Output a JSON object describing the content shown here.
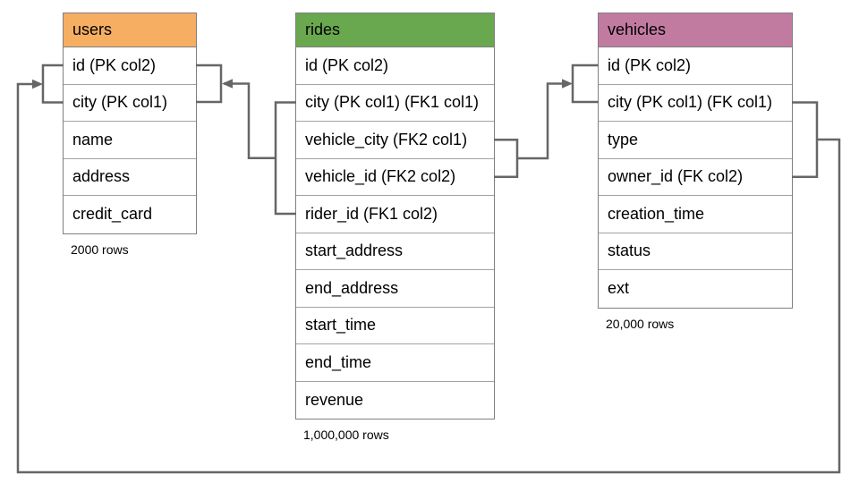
{
  "diagram": {
    "type": "entity-relationship-schema",
    "connector_color": "#666666",
    "tables": [
      {
        "name": "users",
        "header_color": "#F6AE63",
        "columns": [
          "id (PK col2)",
          "city (PK col1)",
          "name",
          "address",
          "credit_card"
        ],
        "row_count_label": "2000 rows"
      },
      {
        "name": "rides",
        "header_color": "#6AA84F",
        "columns": [
          "id (PK col2)",
          "city (PK col1) (FK1 col1)",
          "vehicle_city (FK2 col1)",
          "vehicle_id (FK2 col2)",
          "rider_id (FK1 col2)",
          "start_address",
          "end_address",
          "start_time",
          "end_time",
          "revenue"
        ],
        "row_count_label": "1,000,000 rows"
      },
      {
        "name": "vehicles",
        "header_color": "#C27BA0",
        "columns": [
          "id (PK col2)",
          "city (PK col1) (FK col1)",
          "type",
          "owner_id (FK col2)",
          "creation_time",
          "status",
          "ext"
        ],
        "row_count_label": "20,000 rows"
      }
    ],
    "relationships": [
      {
        "label": "FK1",
        "from_table": "rides",
        "from_columns": [
          "city",
          "rider_id"
        ],
        "to_table": "users",
        "to_columns": [
          "id",
          "city"
        ]
      },
      {
        "label": "FK2",
        "from_table": "rides",
        "from_columns": [
          "vehicle_city",
          "vehicle_id"
        ],
        "to_table": "vehicles",
        "to_columns": [
          "id",
          "city"
        ]
      },
      {
        "label": "FK",
        "from_table": "vehicles",
        "from_columns": [
          "city",
          "owner_id"
        ],
        "to_table": "users",
        "to_columns": [
          "id",
          "city"
        ]
      }
    ]
  }
}
